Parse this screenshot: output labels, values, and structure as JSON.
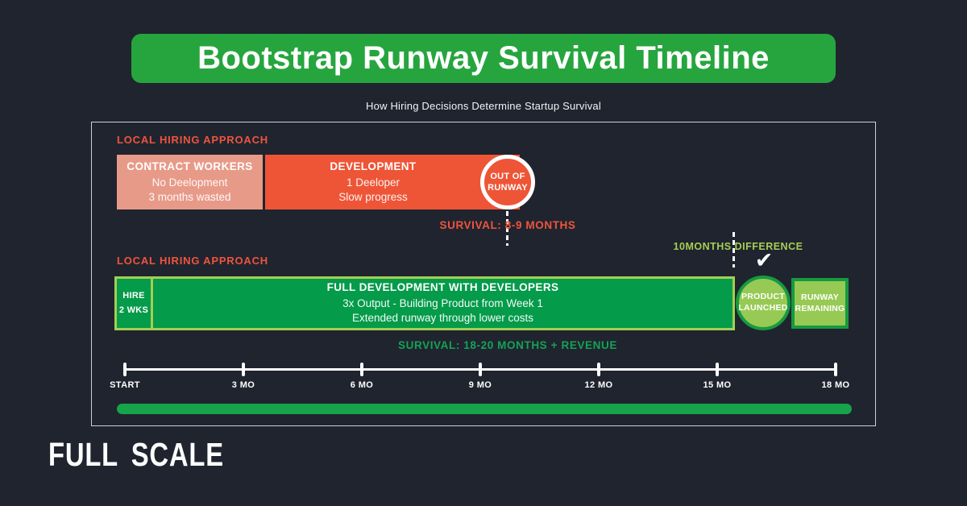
{
  "header": {
    "title": "Bootstrap Runway Survival Timeline",
    "subtitle": "How Hiring Decisions Determine Startup Survival"
  },
  "colors": {
    "background": "#20242f",
    "banner_green": "#26a53e",
    "orange": "#ee5536",
    "orange_text": "#f0543c",
    "salmon": "#e89a88",
    "bar_dark_green": "#049b4a",
    "accent_light_green": "#a4cf53",
    "badge_fill_green": "#97ca54",
    "badge_border_green": "#169a40",
    "survival_green_text": "#13a355",
    "bottom_bar_green": "#16a34a",
    "frame_border": "#ccd0d6"
  },
  "local_approach": {
    "label": "LOCAL HIRING APPROACH",
    "contract_segment": {
      "title": "CONTRACT WORKERS",
      "line1": "No Deelopment",
      "line2": "3 months wasted"
    },
    "development_segment": {
      "title": "DEVELOPMENT",
      "line1": "1 Deeloper",
      "line2": "Slow progress"
    },
    "endpoint_badge": {
      "line1": "OUT OF",
      "line2": "RUNWAY"
    },
    "survival_note": "SURVIVAL: 8-9 MONTHS"
  },
  "offshore_approach": {
    "label": "LOCAL HIRING APPROACH",
    "hire_segment": {
      "line1": "HIRE",
      "line2": "2 WKS"
    },
    "development_segment": {
      "title": "FULL DEVELOPMENT WITH DEVELOPERS",
      "line1": "3x Output - Building Product from Week 1",
      "line2": "Extended runway through lower costs"
    },
    "difference_note": "10MONTHS DIFFERENCE",
    "checkmark": "✔",
    "product_badge": {
      "line1": "PRODUCT",
      "line2": "LAUNCHED"
    },
    "runway_badge": {
      "line1": "RUNWAY",
      "line2": "REMAINING"
    },
    "survival_note": "SURVIVAL: 18-20 MONTHS + REVENUE"
  },
  "timeline": {
    "ticks": [
      "START",
      "3 MO",
      "6 MO",
      "9 MO",
      "12 MO",
      "15 MO",
      "18 MO"
    ]
  },
  "footer": {
    "logo": "FULL SCALE"
  },
  "chart_data": {
    "type": "timeline",
    "title": "Bootstrap Runway Survival Timeline",
    "subtitle": "How Hiring Decisions Determine Startup Survival",
    "axis": {
      "label_unit": "months",
      "ticks_months": [
        0,
        3,
        6,
        9,
        12,
        15,
        18
      ]
    },
    "series": [
      {
        "name": "LOCAL HIRING APPROACH (contract workers)",
        "segments": [
          {
            "label": "CONTRACT WORKERS",
            "detail": "No Deelopment / 3 months wasted",
            "start_months": 0,
            "end_months": 3.5
          },
          {
            "label": "DEVELOPMENT",
            "detail": "1 Deeloper / Slow progress",
            "start_months": 3.5,
            "end_months": 9.7
          }
        ],
        "endpoint": "OUT OF RUNWAY",
        "survival": "8-9 months"
      },
      {
        "name": "LOCAL HIRING APPROACH (full developers)",
        "segments": [
          {
            "label": "HIRE",
            "detail": "2 WKS",
            "start_months": 0,
            "end_months": 0.9
          },
          {
            "label": "FULL DEVELOPMENT WITH DEVELOPERS",
            "detail": "3x Output - Building Product from Week 1 / Extended runway through lower costs",
            "start_months": 0.9,
            "end_months": 15.5
          }
        ],
        "endpoint": "PRODUCT LAUNCHED + RUNWAY REMAINING",
        "survival": "18-20 months + revenue",
        "difference_vs_other": "10 months difference"
      }
    ]
  }
}
